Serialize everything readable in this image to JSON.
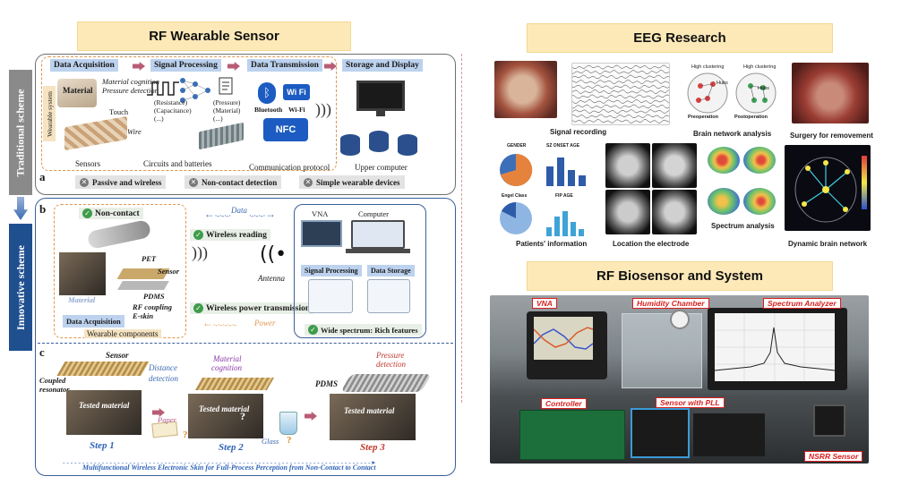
{
  "banners": {
    "rf_wearable": "RF Wearable Sensor",
    "eeg": "EEG Research",
    "biosensor": "RF Biosensor and System"
  },
  "left_figure": {
    "side_bands": {
      "traditional": "Traditional scheme",
      "innovative": "Innovative scheme"
    },
    "panel_a": {
      "letter": "a",
      "steps": [
        "Data Acquisition",
        "Signal Processing",
        "Data Transmission",
        "Storage and Display"
      ],
      "labels": {
        "wearable_system": "Wearable system",
        "material": "Material",
        "material_cognition": "Material cognition",
        "pressure_detection": "Pressure detection",
        "touch": "Touch",
        "wire": "Wire",
        "resistance": "(Resistance)",
        "capacitance": "(Capacitance)",
        "ellipsis": "(...)",
        "pressure": "(Pressure)",
        "material_paren": "(Material)",
        "ellipsis2": "(...)",
        "bluetooth": "Bluetooth",
        "wifi": "Wi-Fi",
        "wifi_badge": "Wi Fi",
        "nfc": "NFC",
        "sensors": "Sensors",
        "circuits": "Circuits and batteries",
        "protocol": "Communication protocol",
        "upper_computer": "Upper computer"
      },
      "drawbacks": [
        "Passive and wireless",
        "Non-contact detection",
        "Simple wearable devices"
      ]
    },
    "panel_b": {
      "letter": "b",
      "non_contact": "Non-contact",
      "wireless_reading": "Wireless reading",
      "wireless_power": "Wireless power transmission",
      "data_arrow": "Data",
      "power_arrow": "Power",
      "pet": "PET",
      "sensor": "Sensor",
      "pdms": "PDMS",
      "material": "Material",
      "rf_coupling": "RF coupling",
      "eskin": "E-skin",
      "data_acquisition": "Data Acquisition",
      "wearable_components": "Wearable components",
      "antenna": "Antenna",
      "vna": "VNA",
      "computer": "Computer",
      "signal_processing": "Signal Processing",
      "data_storage": "Data Storage",
      "wide_spectrum": "Wide spectrum: Rich features"
    },
    "panel_c": {
      "letter": "c",
      "sensor": "Sensor",
      "coupled_resonator": "Coupled resonator",
      "distance_detection": "Distance detection",
      "material_cognition": "Material cognition",
      "pdms": "PDMS",
      "pressure_detection": "Pressure detection",
      "tested_material": "Tested material",
      "paper": "Paper",
      "glass": "Glass",
      "q": "?",
      "steps": [
        "Step 1",
        "Step 2",
        "Step 3"
      ],
      "footer": "Multifunctional Wireless Electronic Skin for Full-Process Perception from Non-Contact to Contact"
    }
  },
  "eeg": {
    "captions": [
      "Signal recording",
      "Brain network analysis",
      "Surgery for removement",
      "Patients' information",
      "Location the electrode",
      "Spectrum analysis",
      "Dynamic brain network"
    ],
    "network_labels": {
      "high_clustering": "High clustering",
      "hubs": "Hubs",
      "preoperation": "Preoperation",
      "postoperation": "Postoperation"
    },
    "chart_titles": {
      "gender": "GENDER",
      "sz_onset_age": "SZ ONSET AGE",
      "engel_class": "Engel Class",
      "fip_age": "FIP AGE"
    }
  },
  "biosensor": {
    "tags": [
      "VNA",
      "Humidity Chamber",
      "Spectrum Analyzer",
      "Controller",
      "Sensor with PLL",
      "NSRR Sensor"
    ]
  },
  "colors": {
    "banner": "#fde9b8",
    "step_head": "#bcd2ee",
    "innovative_blue": "#1f4f8f",
    "traditional_gray": "#8a8a8a",
    "check_green": "#3e9c4a",
    "tag_red": "#d81f1f"
  }
}
